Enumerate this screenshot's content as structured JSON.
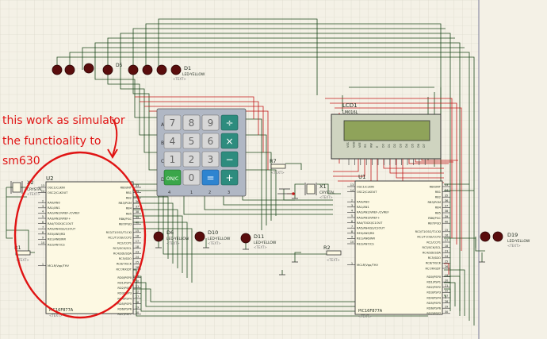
{
  "annotation": {
    "lines": [
      "this work as simulator",
      "the functioality to",
      "sm630"
    ],
    "color": "#e01414"
  },
  "keypad": {
    "rows": [
      "A",
      "B",
      "C",
      "D"
    ],
    "cols": [
      "1",
      "2",
      "3",
      "4"
    ],
    "keys": [
      [
        "7",
        "8",
        "9",
        "÷"
      ],
      [
        "4",
        "5",
        "6",
        "×"
      ],
      [
        "1",
        "2",
        "3",
        "−"
      ],
      [
        "ON/C",
        "0",
        "=",
        "+"
      ]
    ]
  },
  "lcd": {
    "ref": "LCD1",
    "model": "LM016L",
    "text_tag": "<TEXT>",
    "pins": [
      "VSS",
      "VDD",
      "VEE",
      "RS",
      "RW",
      "E",
      "D0",
      "D1",
      "D2",
      "D3",
      "D4",
      "D5",
      "D6",
      "D7"
    ]
  },
  "u1": {
    "ref": "U1",
    "part": "PIC16F877A",
    "text_tag": "<TEXT>",
    "left_pins": [
      {
        "n": "13",
        "l": "OSC1/CLKIN"
      },
      {
        "n": "14",
        "l": "OSC2/CLKOUT"
      },
      {
        "n": "2",
        "l": "RA0/AN0"
      },
      {
        "n": "3",
        "l": "RA1/AN1"
      },
      {
        "n": "4",
        "l": "RA2/AN2/VREF-/CVREF"
      },
      {
        "n": "5",
        "l": "RA3/AN3/VREF+"
      },
      {
        "n": "6",
        "l": "RA4/T0CKI/C1OUT"
      },
      {
        "n": "7",
        "l": "RA5/AN4/SS/C2OUT"
      },
      {
        "n": "8",
        "l": "RE0/AN5/RD"
      },
      {
        "n": "9",
        "l": "RE1/AN6/WR"
      },
      {
        "n": "10",
        "l": "RE2/AN7/CS"
      },
      {
        "n": "1",
        "l": "MCLR/Vpp/THV"
      }
    ],
    "right_pins": [
      {
        "n": "33",
        "l": "RB0/INT"
      },
      {
        "n": "34",
        "l": "RB1"
      },
      {
        "n": "35",
        "l": "RB2"
      },
      {
        "n": "36",
        "l": "RB3/PGM"
      },
      {
        "n": "37",
        "l": "RB4"
      },
      {
        "n": "38",
        "l": "RB5"
      },
      {
        "n": "39",
        "l": "RB6/PGC"
      },
      {
        "n": "40",
        "l": "RB7/PGD"
      },
      {
        "n": "15",
        "l": "RC0/T1OSO/T1CKI"
      },
      {
        "n": "16",
        "l": "RC1/T1OSI/CCP2"
      },
      {
        "n": "17",
        "l": "RC2/CCP1"
      },
      {
        "n": "18",
        "l": "RC3/SCK/SCL"
      },
      {
        "n": "23",
        "l": "RC4/SDI/SDA"
      },
      {
        "n": "24",
        "l": "RC5/SDO"
      },
      {
        "n": "25",
        "l": "RC6/TX/CK"
      },
      {
        "n": "26",
        "l": "RC7/RX/DT"
      },
      {
        "n": "19",
        "l": "RD0/PSP0"
      },
      {
        "n": "20",
        "l": "RD1/PSP1"
      },
      {
        "n": "21",
        "l": "RD2/PSP2"
      },
      {
        "n": "22",
        "l": "RD3/PSP3"
      },
      {
        "n": "27",
        "l": "RD4/PSP4"
      },
      {
        "n": "28",
        "l": "RD5/PSP5"
      },
      {
        "n": "29",
        "l": "RD6/PSP6"
      },
      {
        "n": "30",
        "l": "RD7/PSP7"
      }
    ]
  },
  "u2": {
    "ref": "U2",
    "part": "PIC16F877A",
    "text_tag": "<TEXT>"
  },
  "crystals": [
    {
      "ref": "X1",
      "type": "CRYSTAL",
      "text_tag": "<TEXT>"
    },
    {
      "ref": "X2",
      "type": "CRYSTAL",
      "text_tag": "<TEXT>"
    }
  ],
  "resistors": [
    {
      "ref": "R1",
      "text_tag": "<TEXT>"
    },
    {
      "ref": "R2",
      "text_tag": "<TEXT>"
    },
    {
      "ref": "R7",
      "text_tag": "<TEXT>"
    }
  ],
  "leds": [
    {
      "ref": "D6",
      "type": "LED-YELLOW",
      "text_tag": "<TEXT>"
    },
    {
      "ref": "D10",
      "type": "LED-YELLOW",
      "text_tag": "<TEXT>"
    },
    {
      "ref": "D11",
      "type": "LED-YELLOW",
      "text_tag": "<TEXT>"
    },
    {
      "ref": "D19",
      "type": "LED-YELLOW",
      "text_tag": "<TEXT>"
    }
  ],
  "top_leds": {
    "refs": [
      "D1",
      "D5"
    ],
    "type": "LED-YELLOW",
    "text_tag": "<TEXT>"
  },
  "colors": {
    "background": "#f4f1e6",
    "grid": "#d6d3c6",
    "wire_dark": "#1e4a1e",
    "wire_red": "#c21a1a",
    "chip_fill": "#fdf9e3",
    "lcd_screen": "#8fa35a",
    "led": "#5a0d0d",
    "keypad_body": "#b0b7c4",
    "key_gray": "#d7d7d7",
    "key_teal": "#2d8c7e",
    "key_blue": "#2e84d0",
    "key_green": "#3aa64a"
  }
}
